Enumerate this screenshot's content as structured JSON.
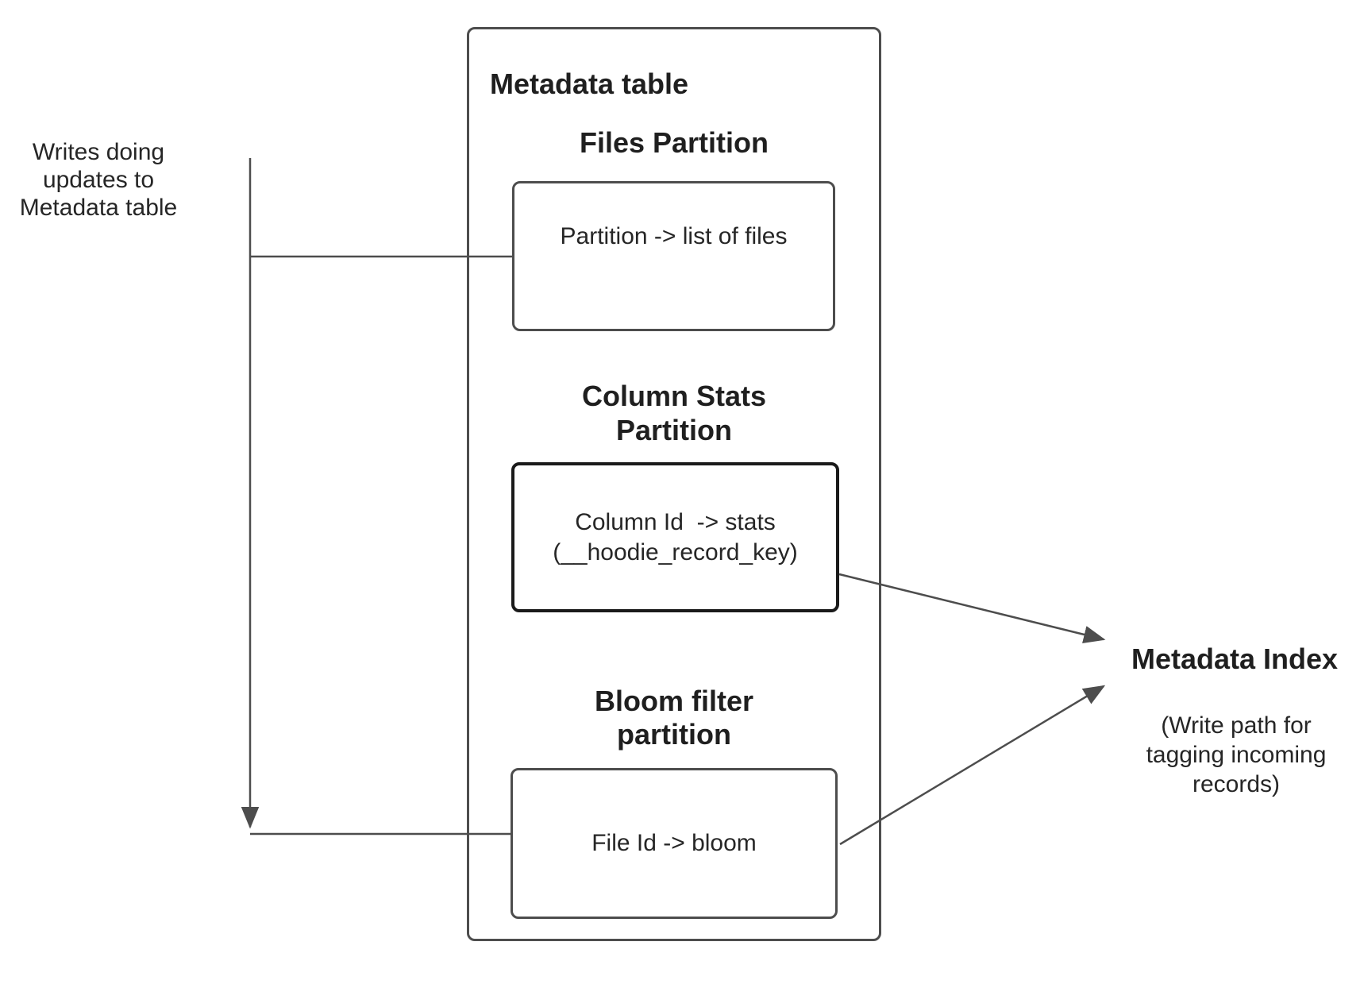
{
  "left_note": {
    "text": "Writes doing\nupdates to\nMetadata table"
  },
  "metadata_table": {
    "title": "Metadata table",
    "files_partition": {
      "heading": "Files Partition",
      "box_label": "Partition -> list of files"
    },
    "column_stats_partition": {
      "heading": "Column Stats\nPartition",
      "box_label": "Column Id  -> stats\n(__hoodie_record_key)"
    },
    "bloom_filter_partition": {
      "heading": "Bloom filter\npartition",
      "box_label": "File Id -> bloom"
    }
  },
  "metadata_index": {
    "title": "Metadata Index",
    "subtitle": "(Write path for\ntagging incoming\nrecords)"
  },
  "colors": {
    "bg": "#ffffff",
    "line": "#4d4d4d",
    "strong": "#1a1a1a",
    "text": "#262626",
    "heading": "#1f1f1f"
  }
}
